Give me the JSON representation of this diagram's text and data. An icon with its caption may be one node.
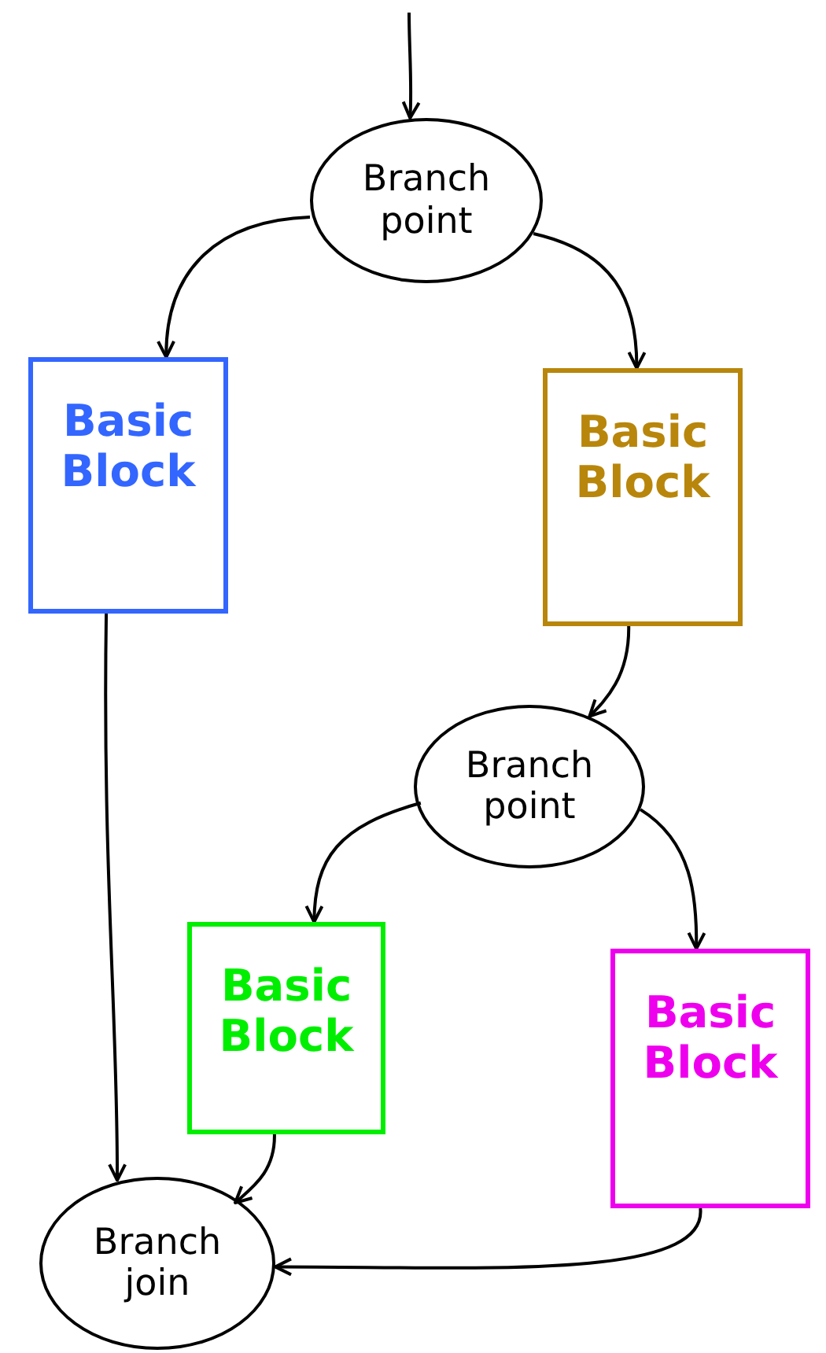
{
  "diagram": {
    "nodes": [
      {
        "text": [
          "Branch point"
        ]
      },
      {
        "text": [
          "Basic Block"
        ]
      },
      {
        "text": [
          "Basic Block"
        ]
      },
      {
        "text": [
          "Branch point"
        ]
      },
      {
        "text": [
          "Basic Block"
        ]
      },
      {
        "text": [
          "Basic Block"
        ]
      },
      {
        "text": [
          "Branch join"
        ]
      }
    ],
    "edges": [
      {
        "from": null,
        "to": 0,
        "arrow": "to"
      },
      {
        "from": 0,
        "to": 1,
        "arrow": "to"
      },
      {
        "from": 0,
        "to": 2,
        "arrow": "to"
      },
      {
        "from": 2,
        "to": 3,
        "arrow": "to"
      },
      {
        "from": 3,
        "to": 4,
        "arrow": "to"
      },
      {
        "from": 3,
        "to": 5,
        "arrow": "to"
      },
      {
        "from": 1,
        "to": 6,
        "arrow": "to"
      },
      {
        "from": 4,
        "to": 6,
        "arrow": "to"
      },
      {
        "from": 5,
        "to": 6,
        "arrow": "to"
      }
    ]
  }
}
